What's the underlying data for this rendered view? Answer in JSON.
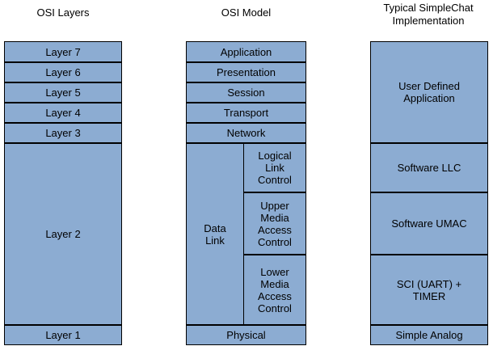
{
  "diagram": {
    "title": "OSI layer mapping to SimpleChat implementation",
    "fill_color": "#8cacd2",
    "border_color": "#000000",
    "text_color": "#000000",
    "background_color": "#ffffff"
  },
  "columns": [
    {
      "id": "osi-layers",
      "heading": "OSI Layers",
      "cells": [
        {
          "id": "layer-7",
          "label": "Layer 7"
        },
        {
          "id": "layer-6",
          "label": "Layer 6"
        },
        {
          "id": "layer-5",
          "label": "Layer 5"
        },
        {
          "id": "layer-4",
          "label": "Layer 4"
        },
        {
          "id": "layer-3",
          "label": "Layer 3"
        },
        {
          "id": "layer-2",
          "label": "Layer 2"
        },
        {
          "id": "layer-1",
          "label": "Layer 1"
        }
      ]
    },
    {
      "id": "osi-model",
      "heading": "OSI Model",
      "cells": [
        {
          "id": "application",
          "label": "Application"
        },
        {
          "id": "presentation",
          "label": "Presentation"
        },
        {
          "id": "session",
          "label": "Session"
        },
        {
          "id": "transport",
          "label": "Transport"
        },
        {
          "id": "network",
          "label": "Network"
        },
        {
          "id": "data-link",
          "label": "Data\nLink"
        },
        {
          "id": "llc",
          "label": "Logical\nLink\nControl"
        },
        {
          "id": "umac",
          "label": "Upper\nMedia\nAccess\nControl"
        },
        {
          "id": "lmac",
          "label": "Lower\nMedia\nAccess\nControl"
        },
        {
          "id": "physical",
          "label": "Physical"
        }
      ]
    },
    {
      "id": "simplechat-implementation",
      "heading": "Typical SimpleChat\nImplementation",
      "cells": [
        {
          "id": "user-defined-application",
          "label": "User Defined\nApplication"
        },
        {
          "id": "software-llc",
          "label": "Software LLC"
        },
        {
          "id": "software-umac",
          "label": "Software UMAC"
        },
        {
          "id": "sci-uart-timer",
          "label": "SCI (UART) +\nTIMER"
        },
        {
          "id": "simple-analog",
          "label": "Simple Analog"
        }
      ]
    }
  ]
}
